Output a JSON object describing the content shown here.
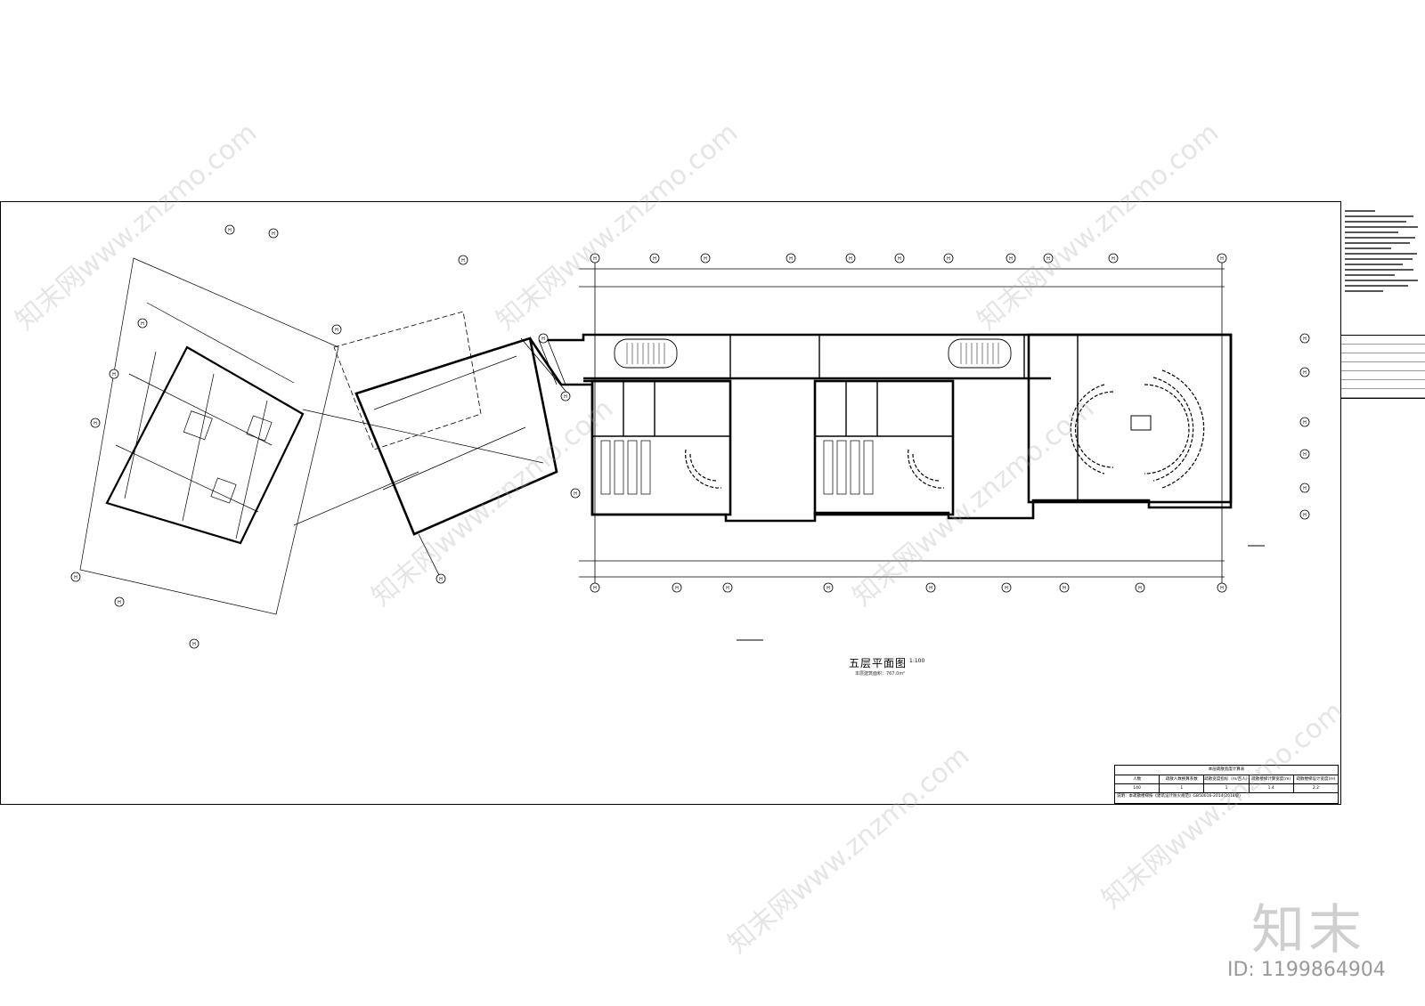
{
  "drawing": {
    "plan_title": "五层平面图",
    "plan_scale": "1:100",
    "plan_area": "本层建筑面积：767.0m²",
    "axis_label": "H"
  },
  "table": {
    "caption": "本层疏散宽度计算表",
    "headers": [
      "人数",
      "疏散人数换算系数",
      "疏散宽度指标（m/百人）",
      "疏散楼梯计算宽度(m)",
      "疏散楼梯设计宽度(m)"
    ],
    "row": [
      "140",
      "1",
      "1",
      "1.4",
      "2.2"
    ],
    "note": "说明：本疏散楼梯按《建筑设计防火规范》GB50016-2014(2018版)"
  },
  "watermark": {
    "text": "知末网www.znzmo.com",
    "logo": "知末",
    "id": "ID: 1199864904"
  },
  "colors": {
    "line": "#000000",
    "watermark": "#aaaaaa",
    "background": "#ffffff"
  }
}
